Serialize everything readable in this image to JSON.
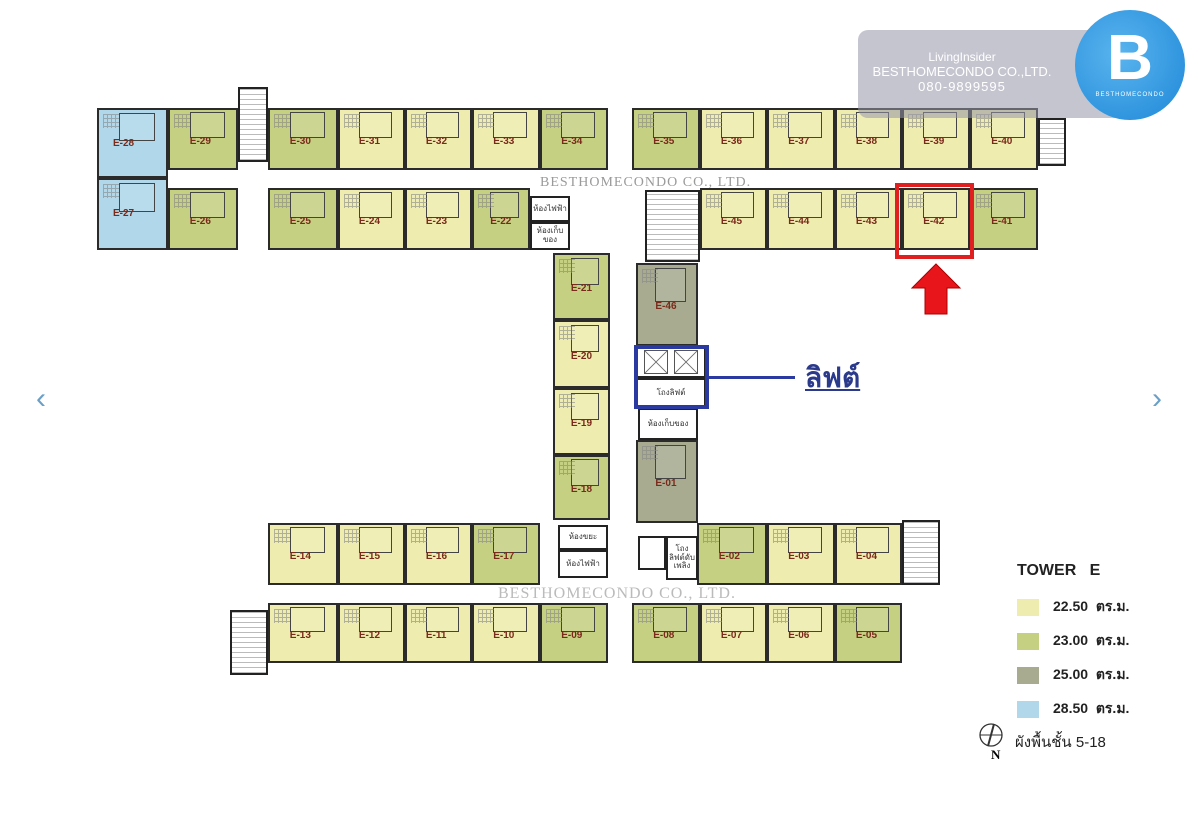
{
  "colors": {
    "22.50": "#eeecae",
    "23.00": "#c5d082",
    "25.00": "#a8ab90",
    "28.50": "#b0d8ea",
    "highlight": "#e02020",
    "lift_box": "#2b3aa0",
    "lift_text": "#2b3a8a"
  },
  "watermark": {
    "site": "LivingInsider",
    "company": "BESTHOMECONDO CO.,LTD.",
    "phone": "080-9899595",
    "logo_text": "BESTHOMECONDO",
    "logo_letter": "B"
  },
  "plan_watermark": "BESTHOMECONDO CO., LTD.",
  "units": [
    {
      "id": "E-28",
      "type": "28.50"
    },
    {
      "id": "E-27",
      "type": "28.50"
    },
    {
      "id": "E-29",
      "type": "23.00"
    },
    {
      "id": "E-30",
      "type": "23.00"
    },
    {
      "id": "E-31",
      "type": "22.50"
    },
    {
      "id": "E-32",
      "type": "22.50"
    },
    {
      "id": "E-33",
      "type": "22.50"
    },
    {
      "id": "E-34",
      "type": "23.00"
    },
    {
      "id": "E-35",
      "type": "23.00"
    },
    {
      "id": "E-36",
      "type": "22.50"
    },
    {
      "id": "E-37",
      "type": "22.50"
    },
    {
      "id": "E-38",
      "type": "22.50"
    },
    {
      "id": "E-39",
      "type": "22.50"
    },
    {
      "id": "E-40",
      "type": "22.50"
    },
    {
      "id": "E-26",
      "type": "23.00"
    },
    {
      "id": "E-25",
      "type": "23.00"
    },
    {
      "id": "E-24",
      "type": "22.50"
    },
    {
      "id": "E-23",
      "type": "22.50"
    },
    {
      "id": "E-22",
      "type": "23.00"
    },
    {
      "id": "E-45",
      "type": "22.50"
    },
    {
      "id": "E-44",
      "type": "22.50"
    },
    {
      "id": "E-43",
      "type": "22.50"
    },
    {
      "id": "E-42",
      "type": "22.50"
    },
    {
      "id": "E-41",
      "type": "23.00"
    },
    {
      "id": "E-21",
      "type": "23.00"
    },
    {
      "id": "E-20",
      "type": "22.50"
    },
    {
      "id": "E-19",
      "type": "22.50"
    },
    {
      "id": "E-18",
      "type": "23.00"
    },
    {
      "id": "E-46",
      "type": "25.00"
    },
    {
      "id": "E-01",
      "type": "25.00"
    },
    {
      "id": "E-14",
      "type": "22.50"
    },
    {
      "id": "E-15",
      "type": "22.50"
    },
    {
      "id": "E-16",
      "type": "22.50"
    },
    {
      "id": "E-17",
      "type": "23.00"
    },
    {
      "id": "E-02",
      "type": "23.00"
    },
    {
      "id": "E-03",
      "type": "22.50"
    },
    {
      "id": "E-04",
      "type": "22.50"
    },
    {
      "id": "E-13",
      "type": "22.50"
    },
    {
      "id": "E-12",
      "type": "22.50"
    },
    {
      "id": "E-11",
      "type": "22.50"
    },
    {
      "id": "E-10",
      "type": "22.50"
    },
    {
      "id": "E-09",
      "type": "23.00"
    },
    {
      "id": "E-08",
      "type": "23.00"
    },
    {
      "id": "E-07",
      "type": "22.50"
    },
    {
      "id": "E-06",
      "type": "22.50"
    },
    {
      "id": "E-05",
      "type": "23.00"
    }
  ],
  "highlighted_unit": "E-42",
  "rooms": {
    "electrical_top": "ห้องไฟฟ้า",
    "storage_top": "ห้องเก็บของ",
    "lift_lobby": "โถงลิฟต์",
    "storage_mid": "ห้องเก็บของ",
    "garbage": "ห้องขยะ",
    "electrical_bottom": "ห้องไฟฟ้า",
    "fire_lift": "โถงลิฟต์ดับเพลิง"
  },
  "lift_annotation": "ลิฟต์",
  "legend": {
    "title": "TOWER   E",
    "items": [
      {
        "type": "22.50",
        "label": "22.50  ตร.ม."
      },
      {
        "type": "23.00",
        "label": "23.00  ตร.ม."
      },
      {
        "type": "25.00",
        "label": "25.00  ตร.ม."
      },
      {
        "type": "28.50",
        "label": "28.50  ตร.ม."
      }
    ],
    "north": "N",
    "floor_text": "ผังพื้นชั้น 5-18"
  },
  "nav": {
    "prev": "‹",
    "next": "›"
  }
}
